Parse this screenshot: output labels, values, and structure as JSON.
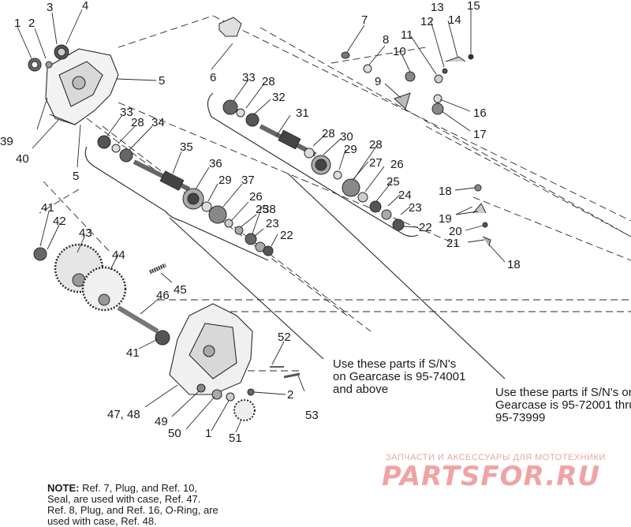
{
  "callouts": [
    {
      "id": "c1",
      "text": "1"
    },
    {
      "id": "c2",
      "text": "2"
    },
    {
      "id": "c3",
      "text": "3"
    },
    {
      "id": "c4",
      "text": "4"
    },
    {
      "id": "c5a",
      "text": "5"
    },
    {
      "id": "c5b",
      "text": "5"
    },
    {
      "id": "c6",
      "text": "6"
    },
    {
      "id": "c7",
      "text": "7"
    },
    {
      "id": "c8",
      "text": "8"
    },
    {
      "id": "c9",
      "text": "9"
    },
    {
      "id": "c10",
      "text": "10"
    },
    {
      "id": "c11",
      "text": "11"
    },
    {
      "id": "c12",
      "text": "12"
    },
    {
      "id": "c13",
      "text": "13"
    },
    {
      "id": "c14",
      "text": "14"
    },
    {
      "id": "c15",
      "text": "15"
    },
    {
      "id": "c16",
      "text": "16"
    },
    {
      "id": "c17",
      "text": "17"
    },
    {
      "id": "c18a",
      "text": "18"
    },
    {
      "id": "c18b",
      "text": "18"
    },
    {
      "id": "c19",
      "text": "19"
    },
    {
      "id": "c20",
      "text": "20"
    },
    {
      "id": "c21",
      "text": "21"
    },
    {
      "id": "c22a",
      "text": "22"
    },
    {
      "id": "c22b",
      "text": "22"
    },
    {
      "id": "c23a",
      "text": "23"
    },
    {
      "id": "c23b",
      "text": "23"
    },
    {
      "id": "c24",
      "text": "24"
    },
    {
      "id": "c25a",
      "text": "25"
    },
    {
      "id": "c25b",
      "text": "25"
    },
    {
      "id": "c26a",
      "text": "26"
    },
    {
      "id": "c26b",
      "text": "26"
    },
    {
      "id": "c27",
      "text": "27"
    },
    {
      "id": "c28a",
      "text": "28"
    },
    {
      "id": "c28b",
      "text": "28"
    },
    {
      "id": "c28c",
      "text": "28"
    },
    {
      "id": "c28d",
      "text": "28"
    },
    {
      "id": "c29a",
      "text": "29"
    },
    {
      "id": "c29b",
      "text": "29"
    },
    {
      "id": "c30",
      "text": "30"
    },
    {
      "id": "c31",
      "text": "31"
    },
    {
      "id": "c32",
      "text": "32"
    },
    {
      "id": "c33a",
      "text": "33"
    },
    {
      "id": "c33b",
      "text": "33"
    },
    {
      "id": "c34",
      "text": "34"
    },
    {
      "id": "c35",
      "text": "35"
    },
    {
      "id": "c36",
      "text": "36"
    },
    {
      "id": "c37",
      "text": "37"
    },
    {
      "id": "c38",
      "text": "38"
    },
    {
      "id": "c39",
      "text": "39"
    },
    {
      "id": "c40",
      "text": "40"
    },
    {
      "id": "c41a",
      "text": "41"
    },
    {
      "id": "c41b",
      "text": "41"
    },
    {
      "id": "c42",
      "text": "42"
    },
    {
      "id": "c43",
      "text": "43"
    },
    {
      "id": "c44",
      "text": "44"
    },
    {
      "id": "c45",
      "text": "45"
    },
    {
      "id": "c46",
      "text": "46"
    },
    {
      "id": "c4748",
      "text": "47, 48"
    },
    {
      "id": "c49",
      "text": "49"
    },
    {
      "id": "c50",
      "text": "50"
    },
    {
      "id": "c1b",
      "text": "1"
    },
    {
      "id": "c51",
      "text": "51"
    },
    {
      "id": "c52",
      "text": "52"
    },
    {
      "id": "c53",
      "text": "53"
    },
    {
      "id": "c2b",
      "text": "2"
    }
  ],
  "annotations": {
    "upper": [
      "Use these parts if S/N's",
      "on Gearcase is 95-74001",
      "and above"
    ],
    "lower": [
      "Use these parts if S/N's on",
      "Gearcase is 95-72001 thru",
      "95-73999"
    ]
  },
  "note": {
    "label": "NOTE:",
    "line1": " Ref. 7, Plug, and Ref. 10,",
    "line2": "Seal, are used with case, Ref. 47.",
    "line3": "Ref. 8, Plug, and Ref. 16, O-Ring, are",
    "line4": "used with case, Ref. 48."
  },
  "watermark": {
    "caption": "ЗАПЧАСТИ И АКСЕССУАРЫ ДЛЯ МОТОТЕХНИКИ",
    "logo": "PARTSFOR.RU"
  },
  "colors": {
    "ink": "#1a1a1a",
    "watermark": "#f0a3a3"
  }
}
